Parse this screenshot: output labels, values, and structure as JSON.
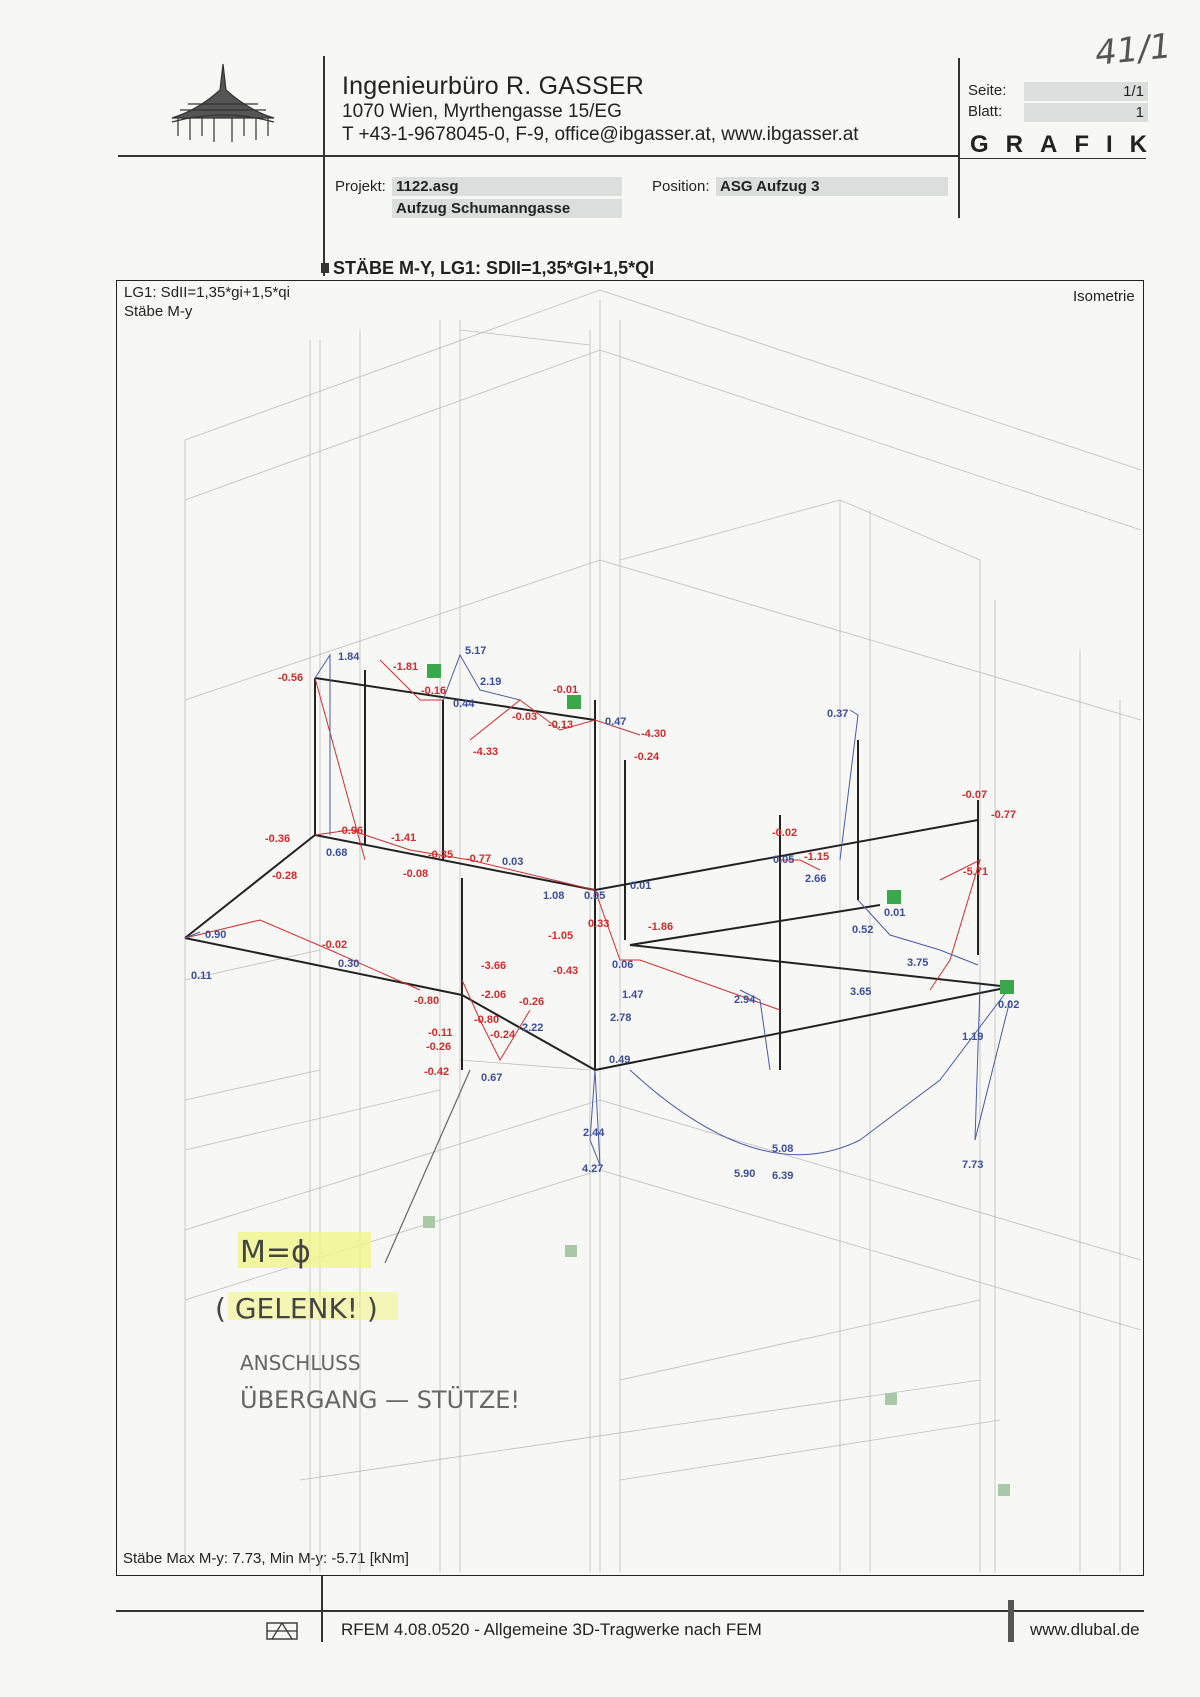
{
  "header": {
    "company_name": "Ingenieurbüro R. GASSER",
    "address": "1070 Wien, Myrthengasse 15/EG",
    "contact": "T +43-1-9678045-0, F-9, office@ibgasser.at, www.ibgasser.at",
    "page_note": "41/1",
    "seite_label": "Seite:",
    "seite_value": "1/1",
    "blatt_label": "Blatt:",
    "blatt_value": "1",
    "grafik": "GRAFIK"
  },
  "project": {
    "projekt_label": "Projekt:",
    "projekt_code": "1122.asg",
    "projekt_name": "Aufzug Schumanngasse",
    "position_label": "Position:",
    "position_value": "ASG Aufzug 3"
  },
  "section_title": "STÄBE M-Y, LG1: SDII=1,35*GI+1,5*QI",
  "plot": {
    "load_case": "LG1: SdII=1,35*gi+1,5*qi",
    "result_type": "Stäbe M-y",
    "view": "Isometrie",
    "summary": "Stäbe Max M-y: 7.73, Min M-y: -5.71 [kNm]",
    "value_labels_red": [
      "-0.56",
      "-1.81",
      "-0.16",
      "-0.01",
      "-0.03",
      "-0.13",
      "-4.30",
      "-4.33",
      "-0.24",
      "-0.07",
      "-0.77",
      "-0.02",
      "-1.15",
      "-5.71",
      "-0.36",
      "-0.96",
      "-1.41",
      "-0.28",
      "-0.08",
      "-0.35",
      "-0.77",
      "-1.05",
      "0.33",
      "-1.86",
      "-0.02",
      "-3.66",
      "-0.43",
      "-0.80",
      "-2.06",
      "-0.26",
      "-0.11",
      "-0.80",
      "-0.24",
      "-0.26",
      "-0.42"
    ],
    "value_labels_blue": [
      "1.84",
      "5.17",
      "2.19",
      "0.44",
      "0.47",
      "0.37",
      "0.05",
      "2.66",
      "0.68",
      "0.03",
      "1.08",
      "0.05",
      "0.01",
      "0.01",
      "0.52",
      "0.90",
      "0.11",
      "0.30",
      "0.06",
      "3.75",
      "3.65",
      "1.47",
      "2.94",
      "0.02",
      "1.19",
      "2.78",
      "2.22",
      "0.49",
      "0.67",
      "2.44",
      "4.27",
      "5.08",
      "5.90",
      "6.39",
      "7.73"
    ],
    "handwritten": [
      "M=ϕ",
      "( GELENK! )",
      "ANSCHLUSS",
      "ÜBERGANG — STÜTZE!"
    ]
  },
  "footer": {
    "software": "RFEM 4.08.0520 - Allgemeine 3D-Tragwerke nach FEM",
    "website": "www.dlubal.de"
  }
}
